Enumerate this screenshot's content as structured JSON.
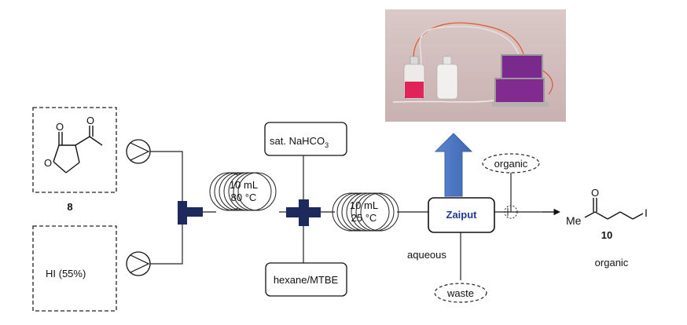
{
  "reagents": {
    "compound_number": "8",
    "hi_label": "HI (55%)"
  },
  "reactor_1": {
    "volume": "10 mL",
    "temperature": "80 °C"
  },
  "reactor_2": {
    "volume": "10 mL",
    "temperature": "25 °C"
  },
  "inputs": {
    "bicarbonate_main": "sat. NaHCO",
    "bicarbonate_sub": "3",
    "solvent": "hexane/MTBE"
  },
  "separator": {
    "name": "Zaiput",
    "organic_tag": "organic",
    "aqueous_label": "aqueous",
    "waste_tag": "waste"
  },
  "product": {
    "me_label": "Me",
    "o_label": "O",
    "i_label": "I",
    "compound_number": "10",
    "phase_label": "organic"
  },
  "structure_8": {
    "o_ketone": "O",
    "o_lactone_carbonyl": "O",
    "o_ring": "O"
  },
  "colors": {
    "connector": "#1f2a5c",
    "arrow_blue": "#4a78c8",
    "photo_bg": "#d6c2c2",
    "pink_liquid": "#e0245a",
    "device_purple": "#7a2a8c"
  },
  "icons": {
    "pump": "pump-icon",
    "coil": "coil-reactor-icon",
    "photo": "zaiput-photo"
  }
}
